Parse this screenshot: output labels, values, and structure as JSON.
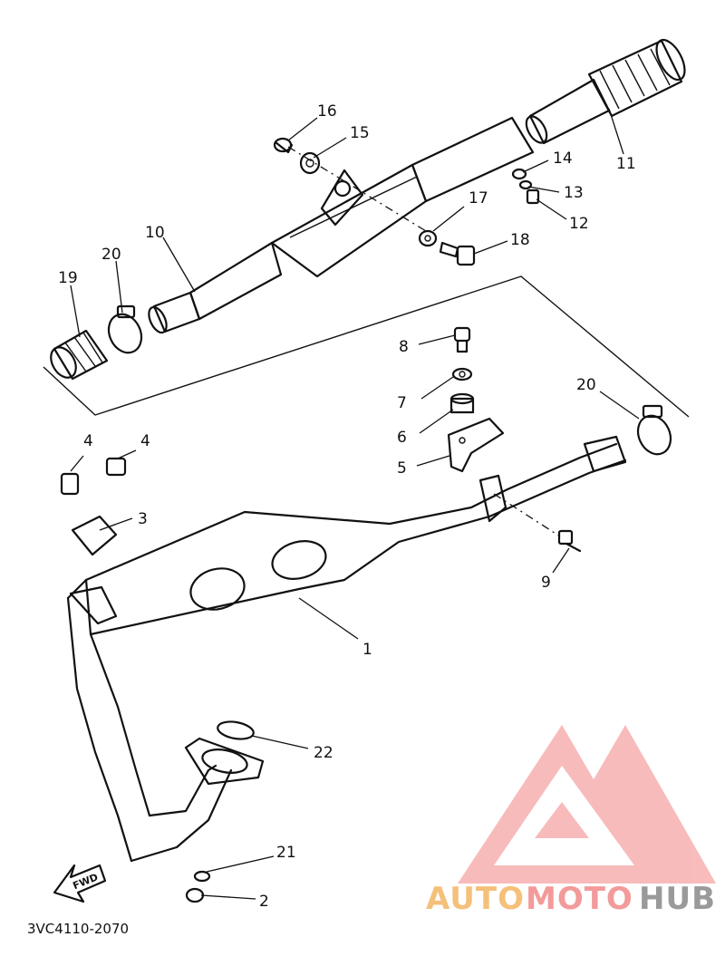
{
  "diagram": {
    "part_labels": [
      "1",
      "2",
      "3",
      "4",
      "4",
      "5",
      "6",
      "7",
      "8",
      "9",
      "10",
      "11",
      "12",
      "13",
      "14",
      "15",
      "16",
      "17",
      "18",
      "19",
      "20",
      "20",
      "21",
      "22"
    ],
    "diagram_code": "3VC4110-2070",
    "fwd_label": "FWD"
  },
  "watermark": {
    "word_part1": "AUTO",
    "word_part2": "MOTO",
    "word_part3": "HUB",
    "color_primary": "#f39a9a",
    "color_secondary": "#f5c07a",
    "color_dark": "#9a9a9a"
  }
}
